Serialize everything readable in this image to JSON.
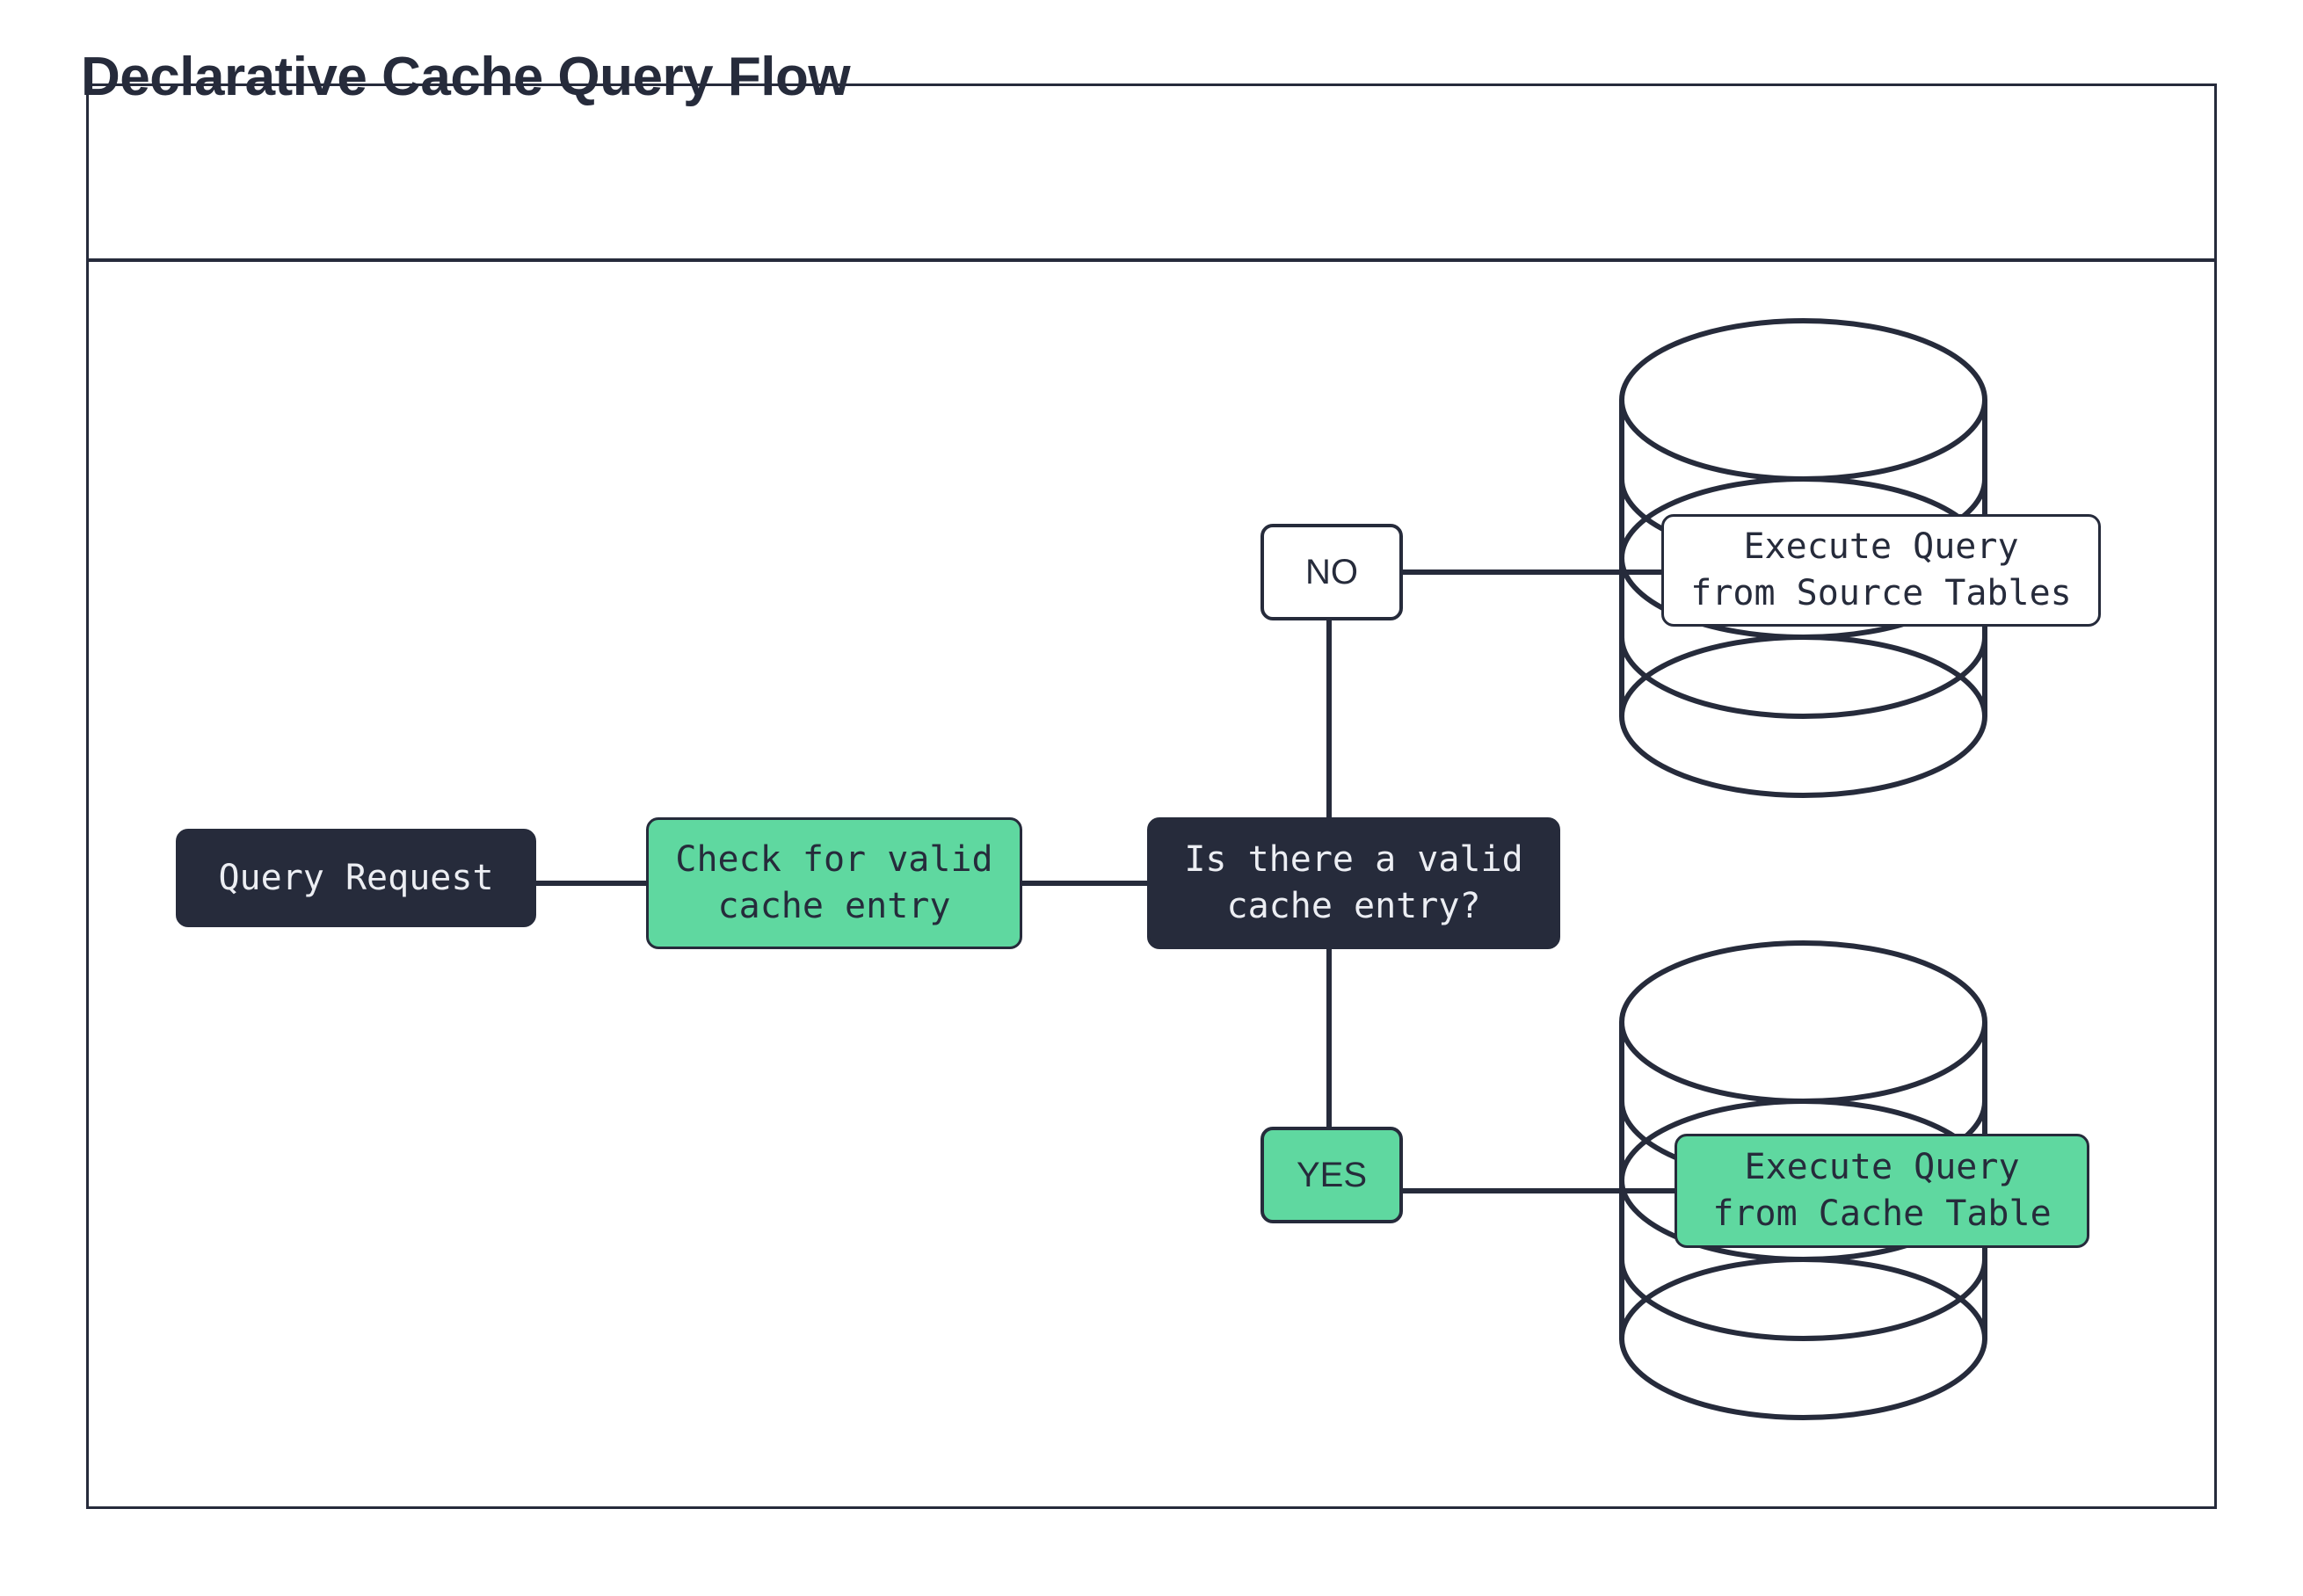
{
  "diagram": {
    "title": "Declarative Cache Query Flow",
    "type": "flowchart",
    "colors": {
      "dark": "#262B3B",
      "green": "#5FD8A0",
      "white": "#FFFFFF",
      "background": "#FFFFFF"
    },
    "nodes": {
      "query_request": {
        "label": "Query Request",
        "style": "dark"
      },
      "check_cache": {
        "label": "Check for valid\ncache entry",
        "style": "green"
      },
      "decision": {
        "label": "Is there a valid\ncache entry?",
        "style": "dark"
      },
      "execute_source": {
        "label": "Execute Query\nfrom Source Tables",
        "style": "white",
        "container": "database-cylinder"
      },
      "execute_cache": {
        "label": "Execute Query\nfrom Cache Table",
        "style": "green",
        "container": "database-cylinder"
      }
    },
    "branch_labels": {
      "no": "NO",
      "yes": "YES"
    }
  }
}
